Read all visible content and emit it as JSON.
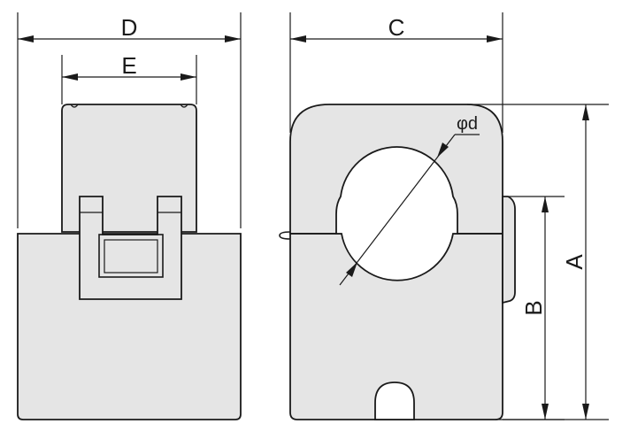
{
  "dimensions": {
    "d_label": "D",
    "e_label": "E",
    "c_label": "C",
    "phi_d_label": "φd",
    "a_label": "A",
    "b_label": "B"
  },
  "colors": {
    "body_fill": "#e5e5e5",
    "stroke": "#1a1a1a"
  }
}
